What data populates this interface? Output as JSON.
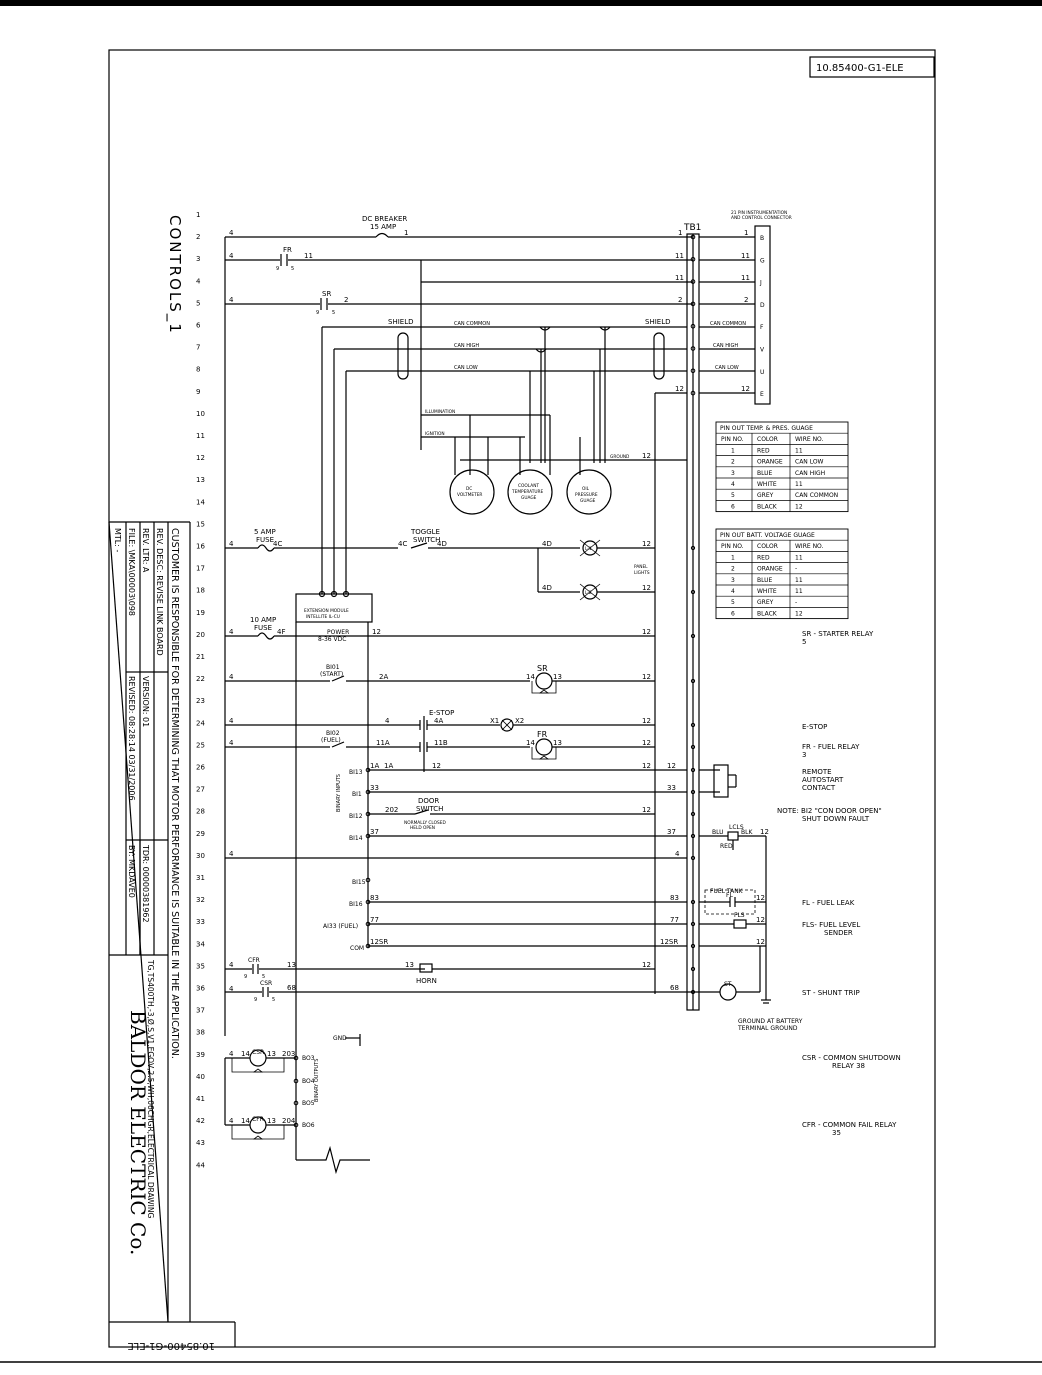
{
  "drawing_number": "10.85400-G1-ELE",
  "sheet_title": "CONTROLS_1",
  "company": "BALDOR ELECTRIC Co.",
  "drawing_file": "TG,TS400TH,-3,Ø,S,V1,EGOV,2.5,WH,06CHGR,ELECTRICAL DRAWING",
  "disclaimer": "CUSTOMER IS RESPONSIBLE FOR DETERMINING THAT MOTOR PERFORMANCE IS SUITABLE IN THE APPLICATION.",
  "title_block": {
    "rev_desc": "REV. DESC: REVISE LINK BOARD",
    "rev_ltr": "REV. LTR: A",
    "version": "VERSION: 01",
    "tdr": "TDR: 00000381962",
    "file": "FILE: \\MKA\\00003\\098",
    "revised": "REVISED: 08:28:14 03/31/2006",
    "by": "BY: MKDAVE0",
    "mtl": "MTL: -"
  },
  "line_numbers": [
    "1",
    "2",
    "3",
    "4",
    "5",
    "6",
    "7",
    "8",
    "9",
    "10",
    "11",
    "12",
    "13",
    "14",
    "15",
    "16",
    "17",
    "18",
    "19",
    "20",
    "21",
    "22",
    "23",
    "24",
    "25",
    "26",
    "27",
    "28",
    "29",
    "30",
    "31",
    "32",
    "33",
    "34",
    "35",
    "36",
    "37",
    "38",
    "39",
    "40",
    "41",
    "42",
    "43",
    "44"
  ],
  "labels": {
    "dc_breaker": "DC BREAKER",
    "dc_breaker_amp": "15 AMP",
    "tb1": "TB1",
    "connector_title": "21 PIN INSTRUMENTATION AND CONTROL CONNECTOR",
    "shield": "SHIELD",
    "can_common": "CAN COMMON",
    "can_high": "CAN HIGH",
    "can_low": "CAN LOW",
    "illumination": "ILLUMINATION",
    "ignition": "IGNITION",
    "ground": "GROUND",
    "dc_voltmeter": "DC VOLTMETER",
    "coolant_gauge": "COOLANT TEMPERATURE GUAGE",
    "oil_gauge": "OIL PRESSURE GUAGE",
    "five_amp_fuse": "5 AMP FUSE",
    "toggle_switch": "TOGGLE SWITCH",
    "panel_lights": "PANEL LIGHTS",
    "ten_amp_fuse": "10 AMP FUSE",
    "ext_module": "EXTENSION MODULE INTELLITE IL-CU",
    "power": "POWER 8-36 VDC",
    "bi1_start": "BI01 (START)",
    "bi2_fuel": "BI02 (FUEL)",
    "estop": "E-STOP",
    "binary_inputs": "BINARY INPUTS",
    "door_switch": "DOOR SWITCH",
    "door_note": "NORMALLY CLOSED HELD OPEN",
    "ai3_fuel": "AI3 (FUEL)",
    "com": "COM",
    "horn": "HORN",
    "gnd": "GND",
    "binary_outputs": "BINARY OUTPUTS",
    "fuel_tank": "FUEL TANK",
    "ground_battery": "GROUND AT BATTERY TERMINAL GROUND"
  },
  "connector_pins": [
    "B",
    "G",
    "J",
    "D",
    "F",
    "V",
    "U",
    "E"
  ],
  "legend": {
    "sr": "SR - STARTER RELAY",
    "sr_n": "5",
    "estop": "E-STOP",
    "fr": "FR - FUEL RELAY",
    "fr_n": "3",
    "remote": "REMOTE AUTOSTART CONTACT",
    "note": "NOTE: BI2 \"CON DOOR OPEN\" SHUT DOWN FAULT",
    "fl": "FL - FUEL LEAK",
    "fls": "FLS- FUEL LEVEL SENDER",
    "st": "ST - SHUNT TRIP",
    "csr": "CSR - COMMON SHUTDOWN RELAY 38",
    "cfr": "CFR - COMMON FAIL RELAY 35"
  },
  "table_temp": {
    "title": "PIN OUT TEMP. & PRES. GUAGE",
    "headers": [
      "PIN NO.",
      "COLOR",
      "WIRE NO."
    ],
    "rows": [
      [
        "1",
        "RED",
        "11"
      ],
      [
        "2",
        "ORANGE",
        "CAN LOW"
      ],
      [
        "3",
        "BLUE",
        "CAN HIGH"
      ],
      [
        "4",
        "WHITE",
        "11"
      ],
      [
        "5",
        "GREY",
        "CAN COMMON"
      ],
      [
        "6",
        "BLACK",
        "12"
      ]
    ]
  },
  "table_batt": {
    "title": "PIN OUT BATT. VOLTAGE GUAGE",
    "headers": [
      "PIN NO.",
      "COLOR",
      "WIRE NO."
    ],
    "rows": [
      [
        "1",
        "RED",
        "11"
      ],
      [
        "2",
        "ORANGE",
        "-"
      ],
      [
        "3",
        "BLUE",
        "11"
      ],
      [
        "4",
        "WHITE",
        "11"
      ],
      [
        "5",
        "GREY",
        "-"
      ],
      [
        "6",
        "BLACK",
        "12"
      ]
    ]
  }
}
